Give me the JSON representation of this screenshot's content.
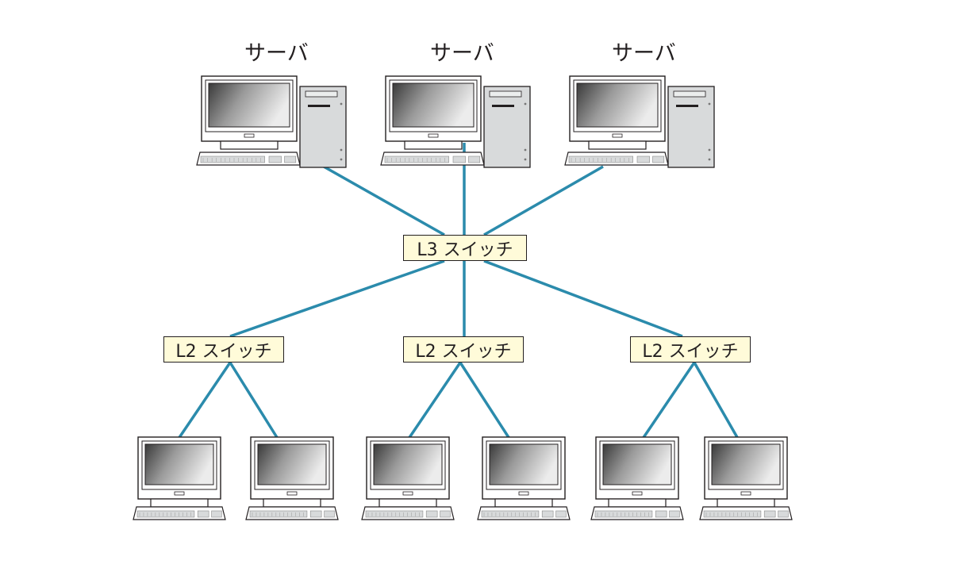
{
  "colors": {
    "link": "#2b8bac",
    "switch_fill": "#fffbd9",
    "outline": "#231f20",
    "screen_dark": "#3d3d3d",
    "screen_light": "#e8e8e8",
    "case_fill": "#d8dadb"
  },
  "servers": [
    {
      "label": "サーバ",
      "icon": "server-computer-icon"
    },
    {
      "label": "サーバ",
      "icon": "server-computer-icon"
    },
    {
      "label": "サーバ",
      "icon": "server-computer-icon"
    }
  ],
  "l3_switch": {
    "label": "L3 スイッチ"
  },
  "l2_switches": [
    {
      "label": "L2 スイッチ"
    },
    {
      "label": "L2 スイッチ"
    },
    {
      "label": "L2 スイッチ"
    }
  ],
  "clients": [
    {
      "icon": "client-computer-icon"
    },
    {
      "icon": "client-computer-icon"
    },
    {
      "icon": "client-computer-icon"
    },
    {
      "icon": "client-computer-icon"
    },
    {
      "icon": "client-computer-icon"
    },
    {
      "icon": "client-computer-icon"
    }
  ]
}
